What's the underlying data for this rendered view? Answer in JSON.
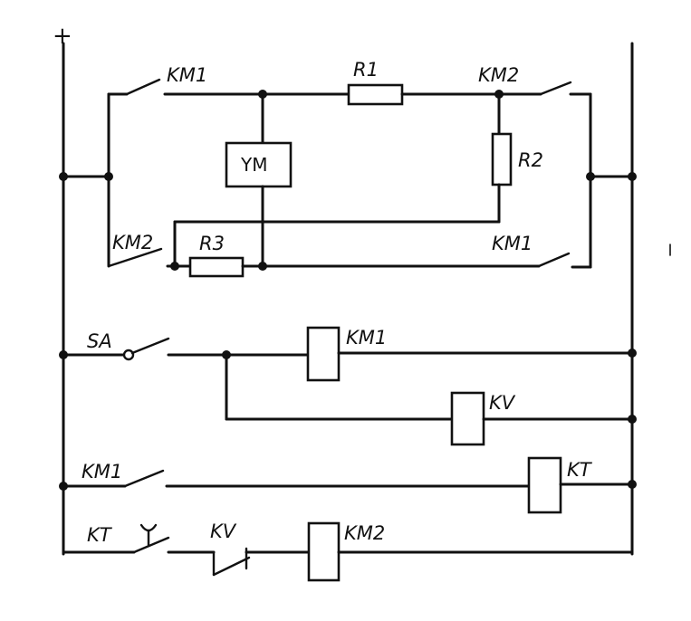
{
  "supply": {
    "plus": "+"
  },
  "labels": {
    "km1_top": "KM1",
    "r1": "R1",
    "km2_top": "KM2",
    "ym": "YM",
    "r2": "R2",
    "km2_low": "KM2",
    "r3": "R3",
    "km1_low": "KM1",
    "sa": "SA",
    "km1_coil": "KM1",
    "kv_coil": "KV",
    "km1_rung3": "KM1",
    "kt_coil": "KT",
    "kt_contact": "KT",
    "kv_contact": "KV",
    "km2_coil": "KM2"
  }
}
